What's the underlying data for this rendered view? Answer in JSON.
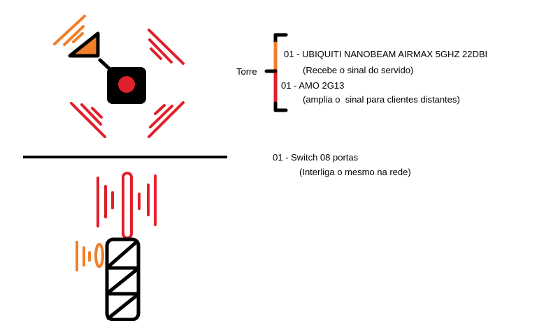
{
  "colors": {
    "red": "#e0202a",
    "orange": "#f07f2a",
    "black": "#000000"
  },
  "tower": {
    "label": "Torre",
    "items": [
      {
        "title": "01 - UBIQUITI NANOBEAM AIRMAX 5GHZ 22DBI",
        "description": "(Recebe o sinal do servido)"
      },
      {
        "title": "01 - AMO 2G13",
        "description": "(amplia o  sinal para clientes distantes)"
      }
    ]
  },
  "switch": {
    "title": "01 - Switch 08 portas",
    "description": "(Interliga o mesmo na rede)"
  }
}
